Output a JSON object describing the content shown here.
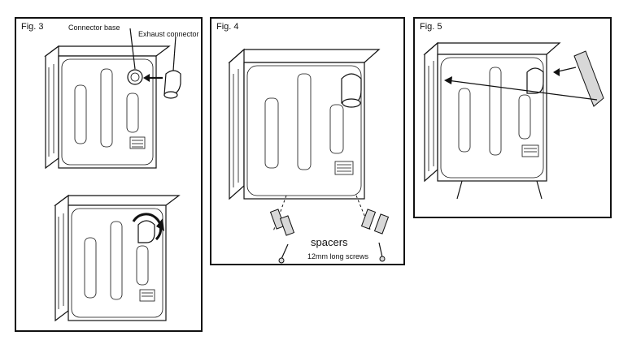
{
  "figures": [
    {
      "label": "Fig. 3",
      "callouts": {
        "connector_base": "Connector base",
        "exhaust_connector": "Exhaust connector"
      }
    },
    {
      "label": "Fig. 4",
      "callouts": {
        "spacers": "spacers",
        "screws": "12mm long screws"
      }
    },
    {
      "label": "Fig. 5",
      "callouts": {}
    }
  ]
}
